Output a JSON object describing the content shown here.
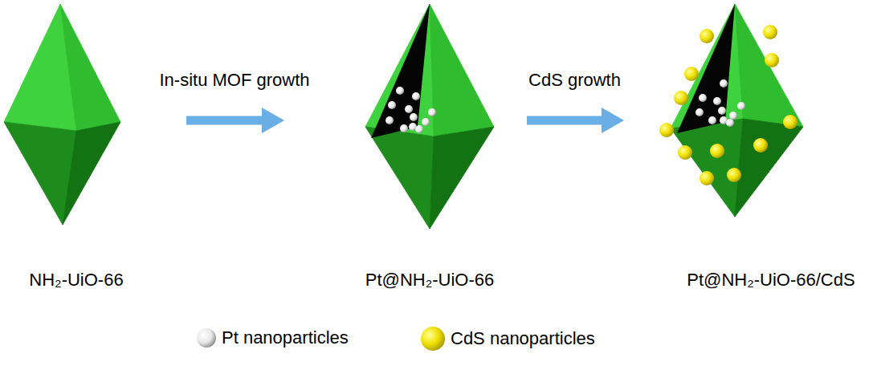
{
  "diagram": {
    "nodes": [
      {
        "text": [
          "NH₂-UiO-66"
        ]
      },
      {
        "text": [
          "Pt@NH₂-UiO-66"
        ]
      },
      {
        "text": [
          "Pt@NH₂-UiO-66/CdS"
        ]
      }
    ],
    "edges": [
      {
        "from": 0,
        "to": 1,
        "arrow": "to",
        "label": "In-situ MOF growth"
      },
      {
        "from": 1,
        "to": 2,
        "arrow": "to",
        "label": "CdS growth"
      }
    ],
    "legend": [
      {
        "text": "Pt nanoparticles"
      },
      {
        "text": "CdS nanoparticles"
      }
    ]
  }
}
